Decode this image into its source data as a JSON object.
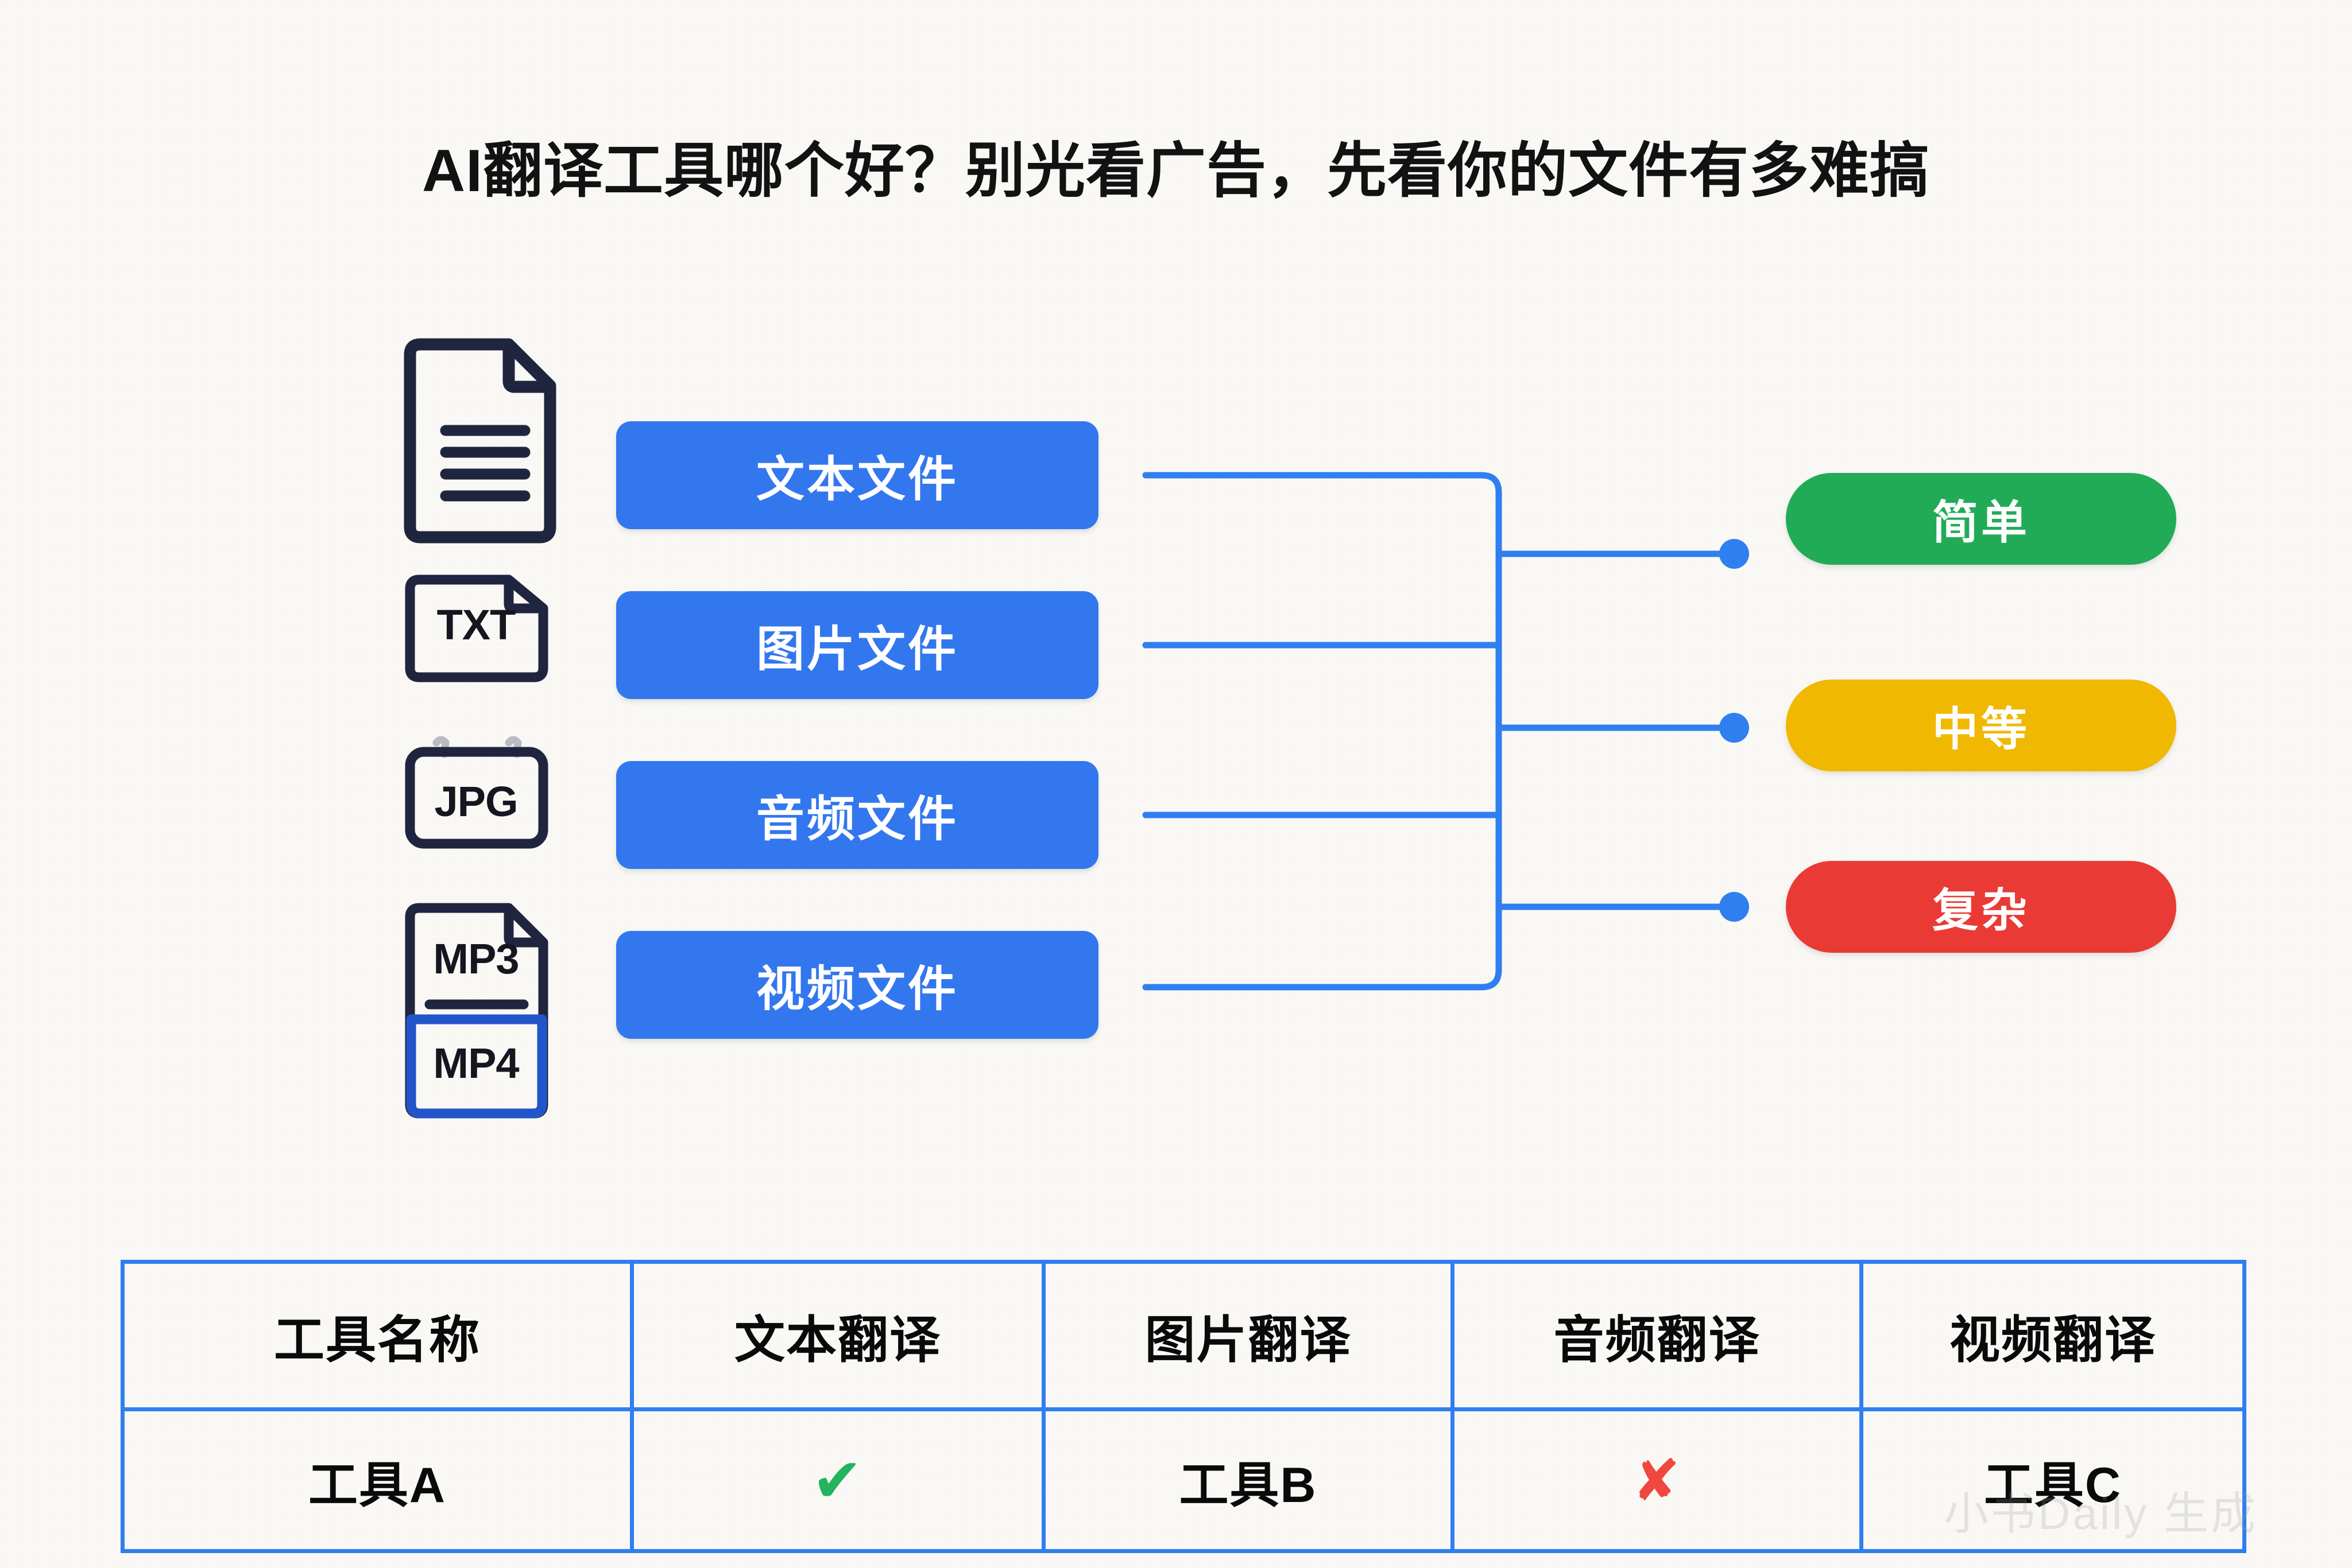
{
  "page": {
    "title": "AI翻译工具哪个好？别光看广告，先看你的文件有多难搞",
    "background_color": "#faf9f6",
    "accent_blue": "#3377ee",
    "table_border_color": "#2f7ff0"
  },
  "file_icons": [
    {
      "name": "document-icon",
      "label": ""
    },
    {
      "name": "txt-file-icon",
      "label": "TXT"
    },
    {
      "name": "jpg-file-icon",
      "label": "JPG"
    },
    {
      "name": "mp3-file-icon",
      "label": "MP3"
    },
    {
      "name": "mp4-file-icon",
      "label": "MP4"
    }
  ],
  "categories": [
    {
      "label": "文本文件",
      "color": "#3377ee"
    },
    {
      "label": "图片文件",
      "color": "#3377ee"
    },
    {
      "label": "音频文件",
      "color": "#3377ee"
    },
    {
      "label": "视频文件",
      "color": "#3377ee"
    }
  ],
  "difficulty": [
    {
      "label": "简单",
      "color": "#22ab57"
    },
    {
      "label": "中等",
      "color": "#f0b800"
    },
    {
      "label": "复杂",
      "color": "#e93a36"
    }
  ],
  "table": {
    "headers": [
      "工具名称",
      "文本翻译",
      "图片翻译",
      "音频翻译",
      "视频翻译"
    ],
    "rows": [
      {
        "tool": "工具A",
        "text": "✔",
        "image": "工具B",
        "audio": "✘",
        "video": "工具C"
      }
    ]
  },
  "watermark": "小书Daily 生成"
}
